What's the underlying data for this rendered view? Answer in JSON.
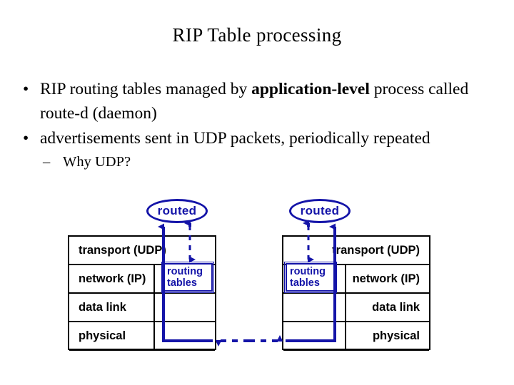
{
  "slide": {
    "title": "RIP Table processing",
    "bullets": [
      {
        "marker": "•",
        "level": 1,
        "parts": [
          {
            "text": "RIP routing tables managed by ",
            "bold": false
          },
          {
            "text": "application-level",
            "bold": true
          },
          {
            "text": " process called route-d (daemon)",
            "bold": false
          }
        ]
      },
      {
        "marker": "•",
        "level": 1,
        "parts": [
          {
            "text": "advertisements sent in UDP packets, periodically repeated",
            "bold": false
          }
        ]
      },
      {
        "marker": "–",
        "level": 2,
        "parts": [
          {
            "text": "Why UDP?",
            "bold": false
          }
        ]
      }
    ]
  },
  "diagram": {
    "accent_color": "#1414A8",
    "outline_color": "#000000",
    "left_host": {
      "process_label": "routed",
      "routing_tables_line1": "routing",
      "routing_tables_line2": "tables",
      "layers": [
        "transport (UDP)",
        "network (IP)",
        "data link",
        "physical"
      ]
    },
    "right_host": {
      "process_label": "routed",
      "routing_tables_line1": "routing",
      "routing_tables_line2": "tables",
      "layers": [
        "transport (UDP)",
        "network (IP)",
        "data link",
        "physical"
      ]
    }
  }
}
